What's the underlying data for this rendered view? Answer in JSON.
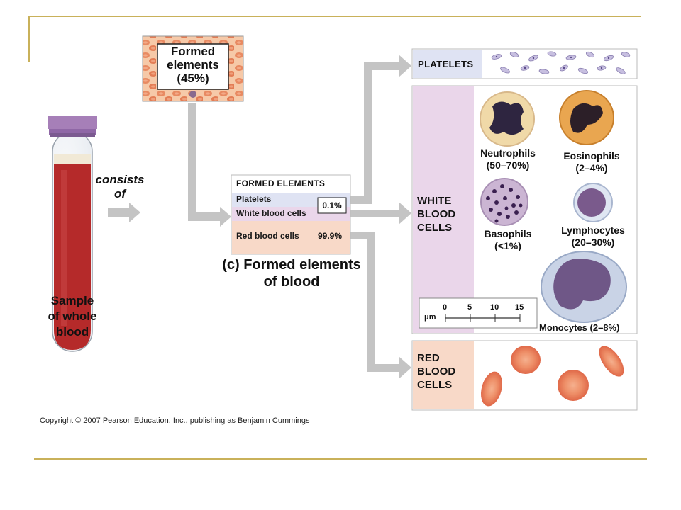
{
  "formed_elements_box": {
    "line1": "Formed",
    "line2": "elements",
    "line3": "(45%)"
  },
  "tube": {
    "line1": "Sample",
    "line2": "of whole",
    "line3": "blood"
  },
  "consists": {
    "line1": "consists",
    "line2": "of"
  },
  "table": {
    "header": "FORMED ELEMENTS",
    "rows": [
      {
        "label": "Platelets",
        "value": ""
      },
      {
        "label": "White blood cells",
        "value": ""
      },
      {
        "label": "Red blood cells",
        "value": "99.9%"
      }
    ],
    "bracket_value": "0.1%"
  },
  "caption": {
    "line1": "(c) Formed elements",
    "line2": "of blood"
  },
  "platelets": {
    "label": "PLATELETS"
  },
  "wbc": {
    "label_line1": "WHITE",
    "label_line2": "BLOOD",
    "label_line3": "CELLS",
    "cells": [
      {
        "name": "Neutrophils",
        "pct": "(50–70%)"
      },
      {
        "name": "Eosinophils",
        "pct": "(2–4%)"
      },
      {
        "name": "Basophils",
        "pct": "(<1%)"
      },
      {
        "name": "Lymphocytes",
        "pct": "(20–30%)"
      },
      {
        "name": "Monocytes (2–8%)",
        "pct": ""
      }
    ],
    "scale": {
      "unit": "μm",
      "ticks": [
        "0",
        "5",
        "10",
        "15"
      ]
    }
  },
  "rbc": {
    "label_line1": "RED",
    "label_line2": "BLOOD",
    "label_line3": "CELLS"
  },
  "copyright": "Copyright © 2007 Pearson Education, Inc., publishing as Benjamin Cummings",
  "colors": {
    "gold_rule": "#c9b15a",
    "arrow_gray": "#c4c4c4",
    "blood_red": "#b52a2a",
    "platelet_panel": "#dfe3f3",
    "wbc_panel": "#ead6ea",
    "rbc_panel": "#f8d9c8"
  }
}
